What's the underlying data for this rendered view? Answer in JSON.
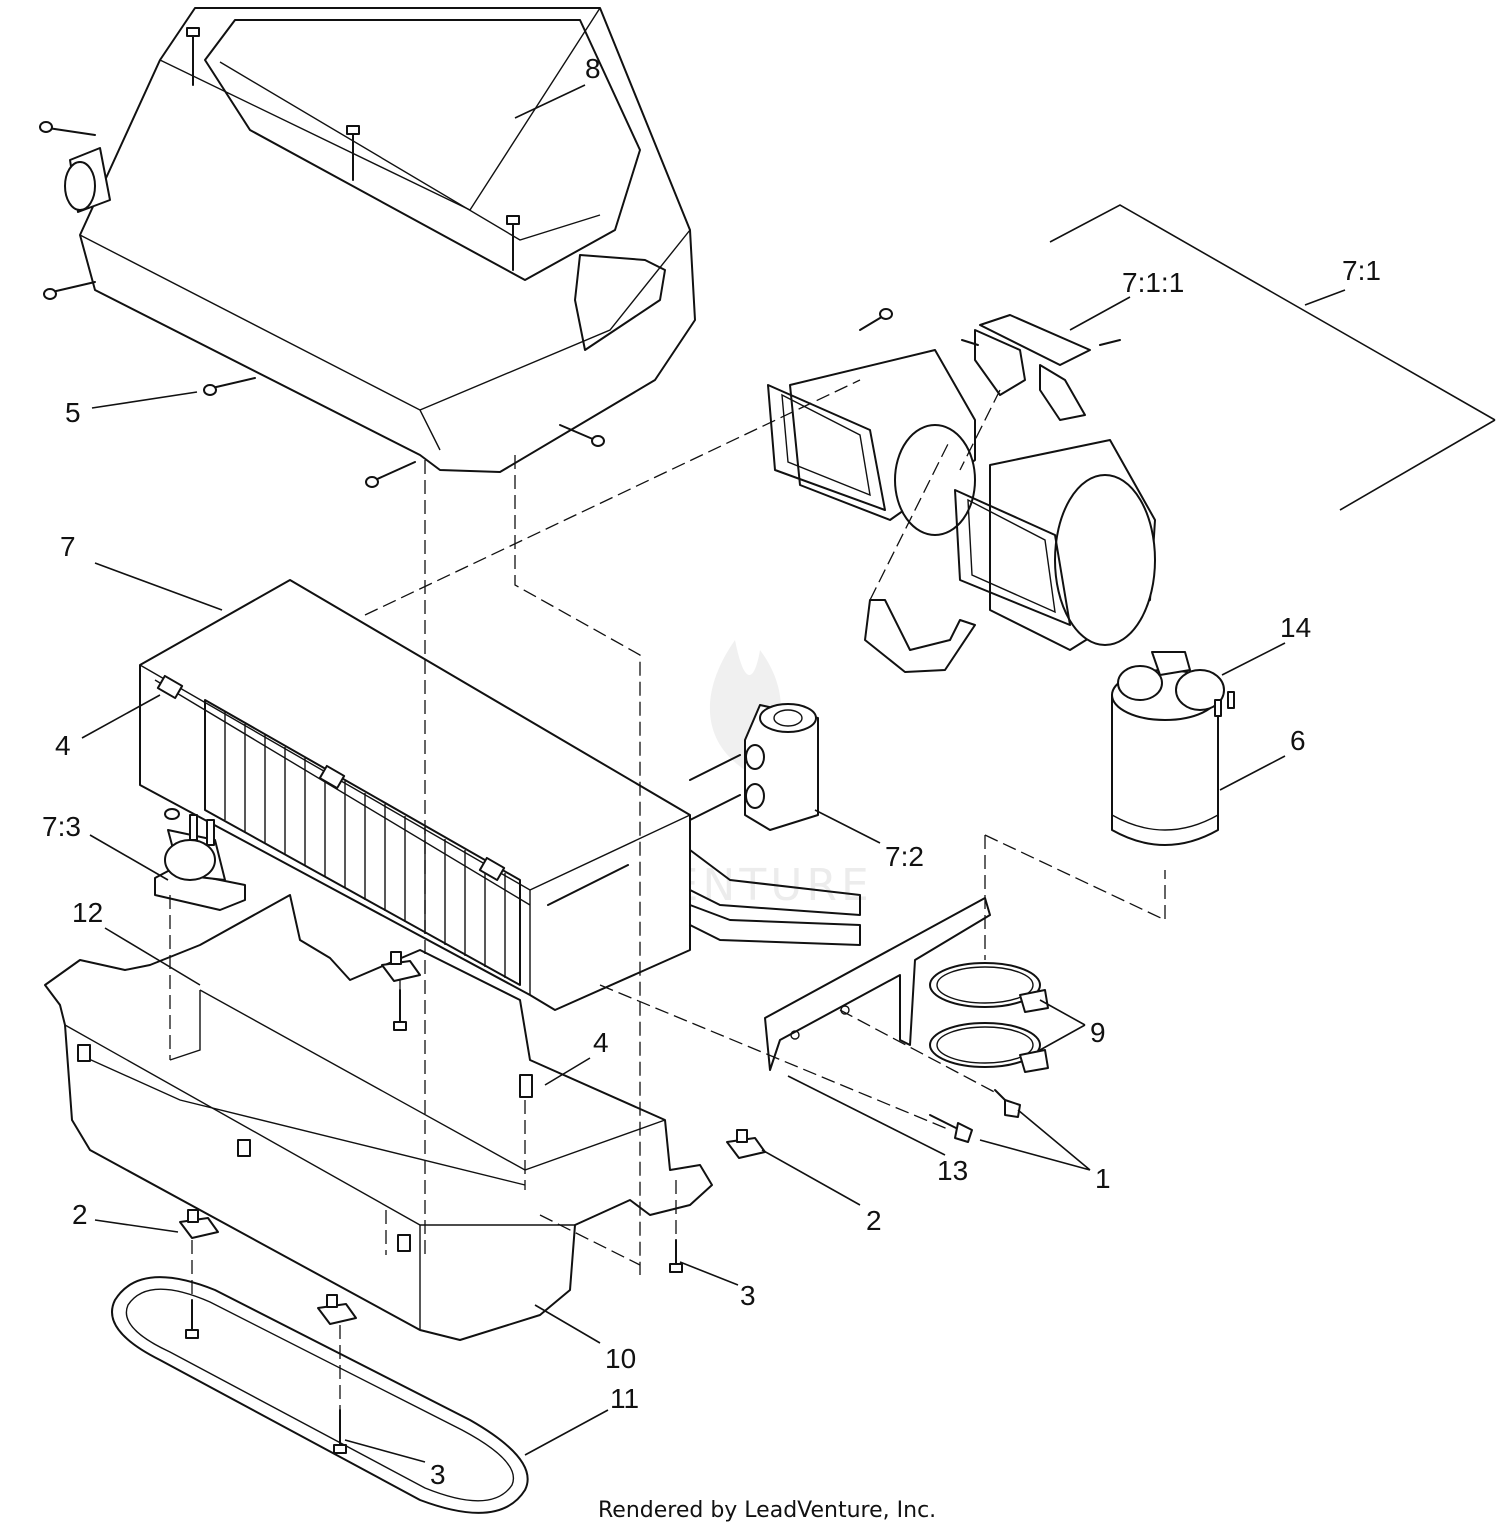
{
  "callouts": [
    {
      "id": "8",
      "text": "8"
    },
    {
      "id": "5",
      "text": "5"
    },
    {
      "id": "7",
      "text": "7"
    },
    {
      "id": "4a",
      "text": "4"
    },
    {
      "id": "73",
      "text": "7:3"
    },
    {
      "id": "12",
      "text": "12"
    },
    {
      "id": "71",
      "text": "7:1"
    },
    {
      "id": "711",
      "text": "7:1:1"
    },
    {
      "id": "14",
      "text": "14"
    },
    {
      "id": "6",
      "text": "6"
    },
    {
      "id": "72",
      "text": "7:2"
    },
    {
      "id": "9",
      "text": "9"
    },
    {
      "id": "4b",
      "text": "4"
    },
    {
      "id": "13",
      "text": "13"
    },
    {
      "id": "1",
      "text": "1"
    },
    {
      "id": "2a",
      "text": "2"
    },
    {
      "id": "2b",
      "text": "2"
    },
    {
      "id": "3a",
      "text": "3"
    },
    {
      "id": "10",
      "text": "10"
    },
    {
      "id": "11",
      "text": "11"
    },
    {
      "id": "3b",
      "text": "3"
    }
  ],
  "footer": "Rendered by LeadVenture, Inc.",
  "watermark": "LEADVENTURE",
  "colors": {
    "line": "#111111",
    "background": "#ffffff"
  }
}
